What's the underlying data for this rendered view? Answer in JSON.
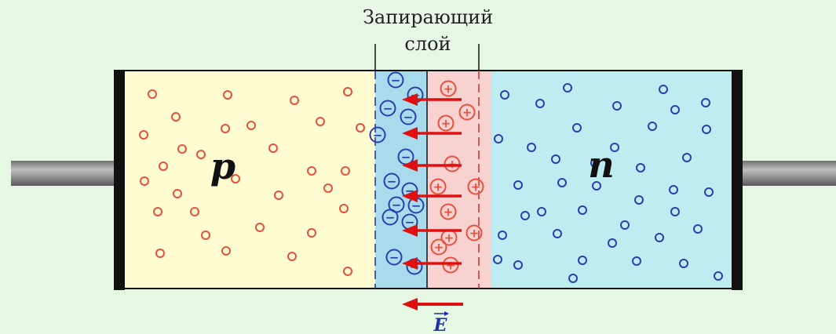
{
  "caption": {
    "line1": "Запирающий",
    "line2": "слой"
  },
  "labels": {
    "p_region": "p",
    "n_region": "n",
    "field_vector": "E",
    "minus_sign": "−",
    "plus_sign": "+"
  },
  "colors": {
    "background": "#e6f7e3",
    "p_region": "#fffcd2",
    "n_region": "#bfecf0",
    "depletion_negative": "#a8dcec",
    "depletion_positive": "#f7d2d0",
    "holes": "#e8503c",
    "electrons": "#2a3fb0",
    "field_arrows": "#e01010",
    "lead": "#8a8a8a",
    "contact": "#111111"
  },
  "diagram": {
    "holes_count": 32,
    "electrons_count": 40,
    "negative_ions_count": 14,
    "positive_ions_count": 11,
    "field_arrows_count": 7
  }
}
